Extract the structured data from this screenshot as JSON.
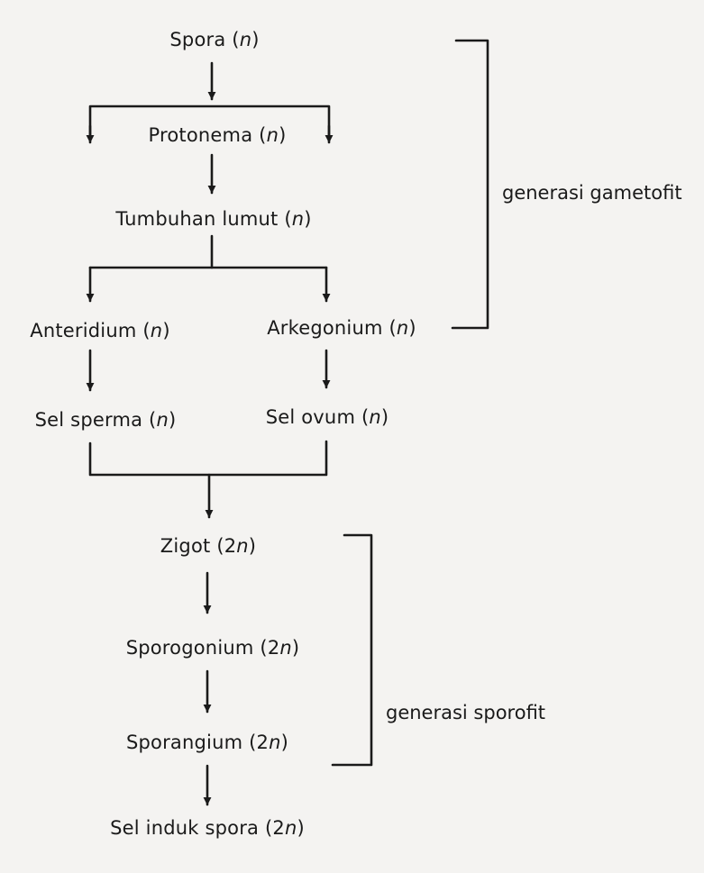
{
  "nodes": {
    "spora": {
      "name": "Spora",
      "ploidy": "n"
    },
    "protonema": {
      "name": "Protonema",
      "ploidy": "n"
    },
    "tumbuhan": {
      "name": "Tumbuhan lumut",
      "ploidy": "n"
    },
    "anteridium": {
      "name": "Anteridium",
      "ploidy": "n"
    },
    "arkegonium": {
      "name": "Arkegonium",
      "ploidy": "n"
    },
    "sperma": {
      "name": "Sel sperma",
      "ploidy": "n"
    },
    "ovum": {
      "name": "Sel ovum",
      "ploidy": "n"
    },
    "zigot": {
      "name": "Zigot",
      "ploidy_prefix": "2",
      "ploidy": "n"
    },
    "sporogonium": {
      "name": "Sporogonium",
      "ploidy_prefix": "2",
      "ploidy": "n"
    },
    "sporangium": {
      "name": "Sporangium",
      "ploidy_prefix": "2",
      "ploidy": "n"
    },
    "sel_induk": {
      "name": "Sel induk spora",
      "ploidy_prefix": "2",
      "ploidy": "n"
    }
  },
  "brackets": {
    "gametofit": "generasi gametofit",
    "sporofit": "generasi sporofit"
  },
  "colors": {
    "ink": "#1a1a1a",
    "paper": "#f4f3f1"
  }
}
